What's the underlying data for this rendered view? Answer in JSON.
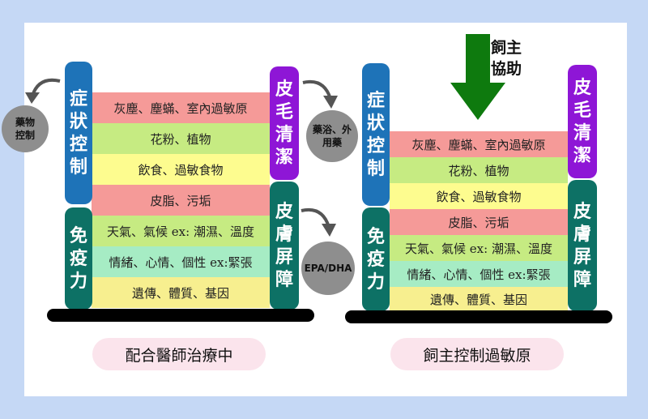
{
  "colors": {
    "blue_pillar": "#1e73b8",
    "teal_pillar": "#0d7165",
    "purple_pillar": "#8e16d6",
    "green_arrow": "#0e7a0e",
    "circle": "#8e8e8e",
    "caption_bg": "#fbe4ec"
  },
  "left": {
    "pillar_symptom": "症狀控制",
    "pillar_immunity": "免疫力",
    "pillar_coat": "皮毛清潔",
    "pillar_barrier": "皮膚屏障",
    "bars": [
      "灰塵、塵蟎、室內過敏原",
      "花粉、植物",
      "飲食、過敏食物",
      "皮脂、污垢",
      "天氣、氣候 ex: 潮濕、溫度",
      "情緒、心情、個性 ex:緊張",
      "遺傳、體質、基因"
    ],
    "circle_drug": "藥物控制",
    "circle_bath": "藥浴、外用藥",
    "circle_epa": "EPA/DHA",
    "caption": "配合醫師治療中"
  },
  "right": {
    "owner_help": "飼主協助",
    "pillar_symptom": "症狀控制",
    "pillar_immunity": "免疫力",
    "pillar_coat": "皮毛清潔",
    "pillar_barrier": "皮膚屏障",
    "bars": [
      "灰塵、塵蟎、室內過敏原",
      "花粉、植物",
      "飲食、過敏食物",
      "皮脂、污垢",
      "天氣、氣候 ex: 潮濕、溫度",
      "情緒、心情、個性 ex:緊張",
      "遺傳、體質、基因"
    ],
    "caption": "飼主控制過敏原"
  }
}
